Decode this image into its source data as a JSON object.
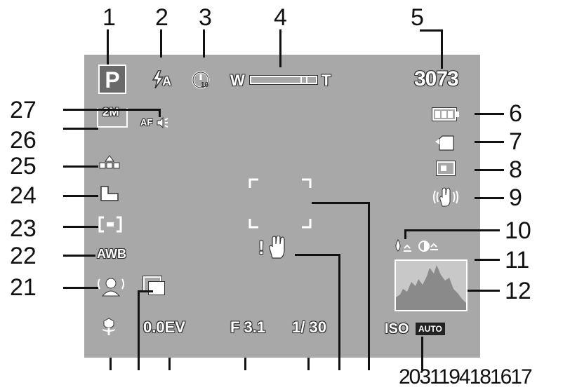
{
  "callout_numbers": {
    "n1": "1",
    "n2": "2",
    "n3": "3",
    "n4": "4",
    "n5": "5",
    "n6": "6",
    "n7": "7",
    "n8": "8",
    "n9": "9",
    "n10": "10",
    "n11": "11",
    "n12": "12",
    "n21": "21",
    "n22": "22",
    "n23": "23",
    "n24": "24",
    "n25": "25",
    "n26": "26",
    "n27": "27",
    "bottom_row": "2031194181617"
  },
  "screen": {
    "mode_letter": "P",
    "flash_label": "A",
    "timer_label": "10",
    "zoom_w": "W",
    "zoom_t": "T",
    "shots_remaining": "3073",
    "resolution": "2M",
    "af_label": "AF",
    "white_balance": "AWB",
    "exposure": "0.0EV",
    "aperture": "F 3.1",
    "shutter": "1/ 30",
    "iso_label": "ISO",
    "iso_value": "AUTO"
  },
  "colors": {
    "screen_bg": "#a8a8a8",
    "icon_fill": "#ffffff",
    "outline": "#333333",
    "mode_box": "#6a6a6a"
  },
  "icons": {
    "mode": "program-mode-icon",
    "flash": "flash-auto-icon",
    "timer": "self-timer-icon",
    "zoom": "zoom-bar-icon",
    "battery": "battery-icon",
    "storage": "storage-card-icon",
    "memory": "internal-memory-icon",
    "stabilizer": "anti-shake-icon",
    "sharpness": "sharpness-icon",
    "saturation": "saturation-icon",
    "histogram": "histogram-icon",
    "focus": "focus-frame-icon",
    "shake_warning": "shake-warning-icon",
    "burst": "continuous-shot-icon",
    "macro": "macro-icon",
    "face": "face-detection-icon",
    "metering": "metering-icon",
    "quality": "quality-icon",
    "scene": "scene-adjust-icon"
  }
}
